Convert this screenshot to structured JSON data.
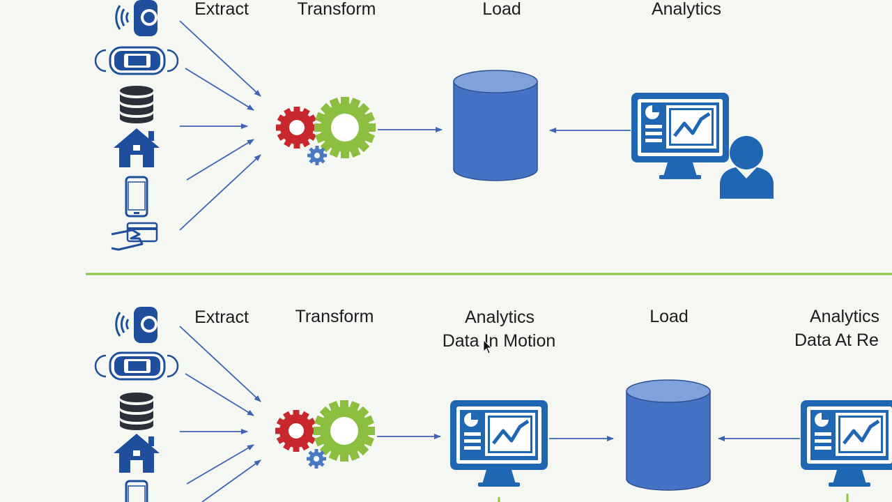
{
  "colors": {
    "blue": "#1f4f9c",
    "cyl": "#4472c4",
    "red": "#c8272d",
    "green": "#8cbf3f",
    "gearBlue": "#4a78c2",
    "divider": "#8cc63f",
    "arrow": "#3c63b4"
  },
  "top": {
    "extract": "Extract",
    "transform": "Transform",
    "load": "Load",
    "analytics": "Analytics"
  },
  "bottom": {
    "extract": "Extract",
    "transform": "Transform",
    "analytics1": "Analytics",
    "motion": "Data In Motion",
    "load": "Load",
    "analytics2": "Analytics",
    "rest": "Data At Re"
  },
  "icons": [
    "sensor-watch-icon",
    "connected-car-icon",
    "database-icon",
    "home-icon",
    "smartphone-icon",
    "card-payment-icon",
    "gears-icon",
    "database-cylinder-icon",
    "analytics-monitor-icon",
    "user-icon",
    "cursor-icon"
  ]
}
